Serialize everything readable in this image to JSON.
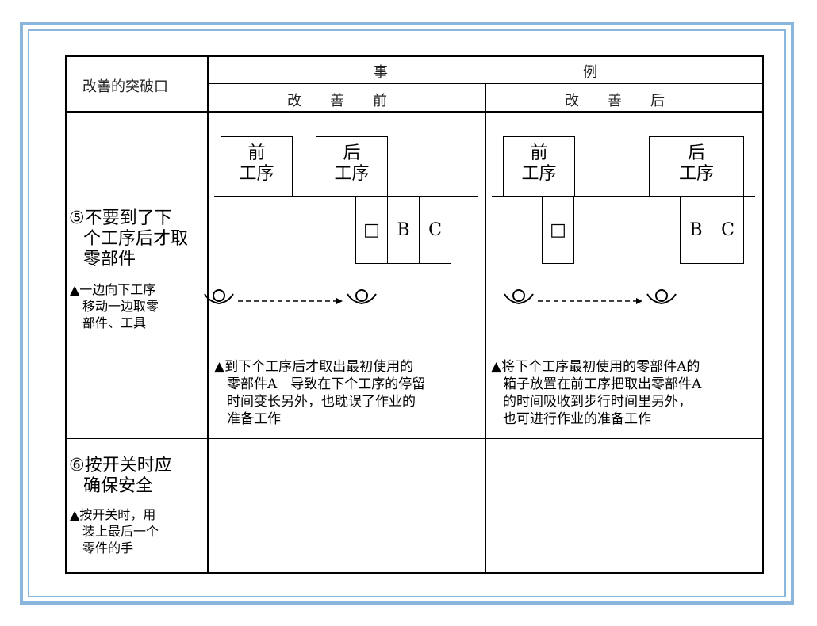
{
  "header": {
    "col1": "改善的突破口",
    "shi": "事",
    "li": "例",
    "before": "改　　善　　前",
    "after": "改　　善　　后"
  },
  "row1": {
    "main": [
      "⑤不要到了下",
      "个工序后才取",
      "零部件"
    ],
    "sub": [
      "▲一边向下工序",
      "移动一边取零",
      "部件、工具"
    ],
    "before": {
      "front_box": [
        "前",
        "工序"
      ],
      "back_box": [
        "后",
        "工序"
      ],
      "parts": [
        "□",
        "B",
        "C"
      ],
      "caption": [
        "▲到下个工序后才取出最初使用的",
        "零部件A　导致在下个工序的停留",
        "时间变长另外，也耽误了作业的",
        "准备工作"
      ]
    },
    "after": {
      "front_box": [
        "前",
        "工序"
      ],
      "back_box": [
        "后",
        "工序"
      ],
      "part_front": "□",
      "parts_back": [
        "B",
        "C"
      ],
      "caption": [
        "▲将下个工序最初使用的零部件A的",
        "箱子放置在前工序把取出零部件A",
        "的时间吸收到步行时间里另外，",
        "也可进行作业的准备工作"
      ]
    }
  },
  "row2": {
    "main": [
      "⑥按开关时应",
      "确保安全"
    ],
    "sub": [
      "▲按开关时，用",
      "装上最后一个",
      "零件的手"
    ]
  }
}
